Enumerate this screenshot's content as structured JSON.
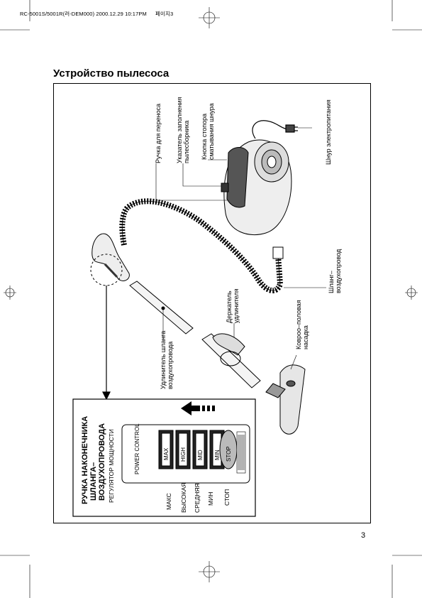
{
  "header": {
    "file_info": "RC-5001S/5001R(러-DEM000) 2000.12.29 10:17PM",
    "page_marker": "페이지3"
  },
  "page_title": "Устройство пылесоса",
  "labels": {
    "handle": "Ручка для переноса",
    "fill_indicator_line1": "Указатель заполнения",
    "fill_indicator_line2": "пылесборника",
    "cord_button_line1": "Кнопка стопора",
    "cord_button_line2": "сматывания шнура",
    "power_cord": "Шнур электропитания",
    "hose_line1": "Шланг–",
    "hose_line2": "воздухопровод",
    "nozzle_line1": "Ковроо–половая",
    "nozzle_line2": "насадка",
    "holder_line1": "Держатель",
    "holder_line2": "удлинителя",
    "extension_line1": "Удлинитель шланга",
    "extension_line2": "воздухопровода"
  },
  "control_panel": {
    "title_line1": "РУЧКА НАКОНЕЧНИКА",
    "title_line2": "ШЛАНГА–",
    "title_line3": "ВОЗДУХОПРОВОДА",
    "subtitle": "РЕГУЛЯТОР МОЩНОСТИ",
    "power_control": "POWER CONTROL",
    "settings": [
      {
        "key": "MAX",
        "label": "МАКС"
      },
      {
        "key": "HIGH",
        "label": "ВЫСОКАЯ"
      },
      {
        "key": "MID",
        "label": "СРЕДНЯЯ"
      },
      {
        "key": "MIN",
        "label": "МИН"
      },
      {
        "key": "STOP",
        "label": "СТОП"
      }
    ]
  },
  "page_number": "3"
}
